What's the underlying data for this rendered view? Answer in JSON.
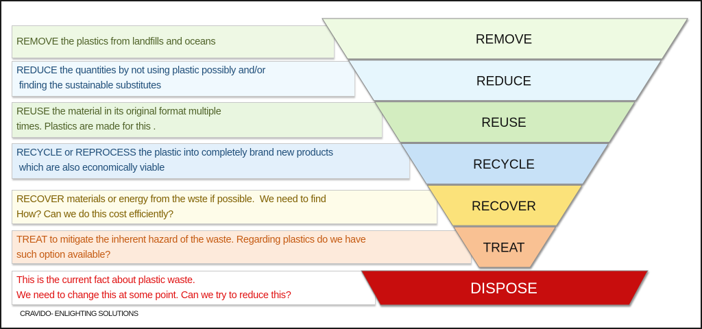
{
  "diagram": {
    "type": "inverted-pyramid",
    "title": "Waste hierarchy for plastics",
    "levels": [
      {
        "label": "REMOVE",
        "fill": "#eefae2",
        "text_bg": "#eef8e4",
        "text_color": "#4f6228",
        "line1": "REMOVE the plastics from landfills and oceans",
        "line2": ""
      },
      {
        "label": "REDUCE",
        "fill": "#e6f6fd",
        "text_bg": "#f0f9fe",
        "text_color": "#1f4e79",
        "line1": "REDUCE the quantities by not using plastic possibly and/or",
        "line2": " finding the sustainable substitutes"
      },
      {
        "label": "REUSE",
        "fill": "#d3edc0",
        "text_bg": "#e9f6e0",
        "text_color": "#4f6228",
        "line1": "REUSE the material in its original format multiple",
        "line2": "times. Plastics are made for this ."
      },
      {
        "label": "RECYCLE",
        "fill": "#c7e1f7",
        "text_bg": "#e3f0fb",
        "text_color": "#1f4e79",
        "line1": "RECYCLE or REPROCESS the plastic into completely brand new products",
        "line2": " which are also economically viable"
      },
      {
        "label": "RECOVER",
        "fill": "#fbe27a",
        "text_bg": "#fefce9",
        "text_color": "#7f6000",
        "line1": "RECOVER materials or energy from the wste if possible.  We need to find",
        "line2": "How? Can we do this cost efficiently?"
      },
      {
        "label": "TREAT",
        "fill": "#f9c193",
        "text_bg": "#fdeadb",
        "text_color": "#c55a11",
        "line1": "TREAT to mitigate the inherent hazard of the waste. Regarding plastics do we have",
        "line2": "such option available?"
      }
    ],
    "base": {
      "label": "DISPOSE",
      "fill": "#c80a0a",
      "label_color": "#ffffff",
      "text_bg": "#ffffff",
      "text_color": "#e01010",
      "line1": "This is the current fact about plastic waste.",
      "line2": "We need to change this at some point. Can we try to reduce this?"
    }
  },
  "footer": {
    "credit": "CRAVIDO- ENLIGHTING SOLUTIONS"
  }
}
